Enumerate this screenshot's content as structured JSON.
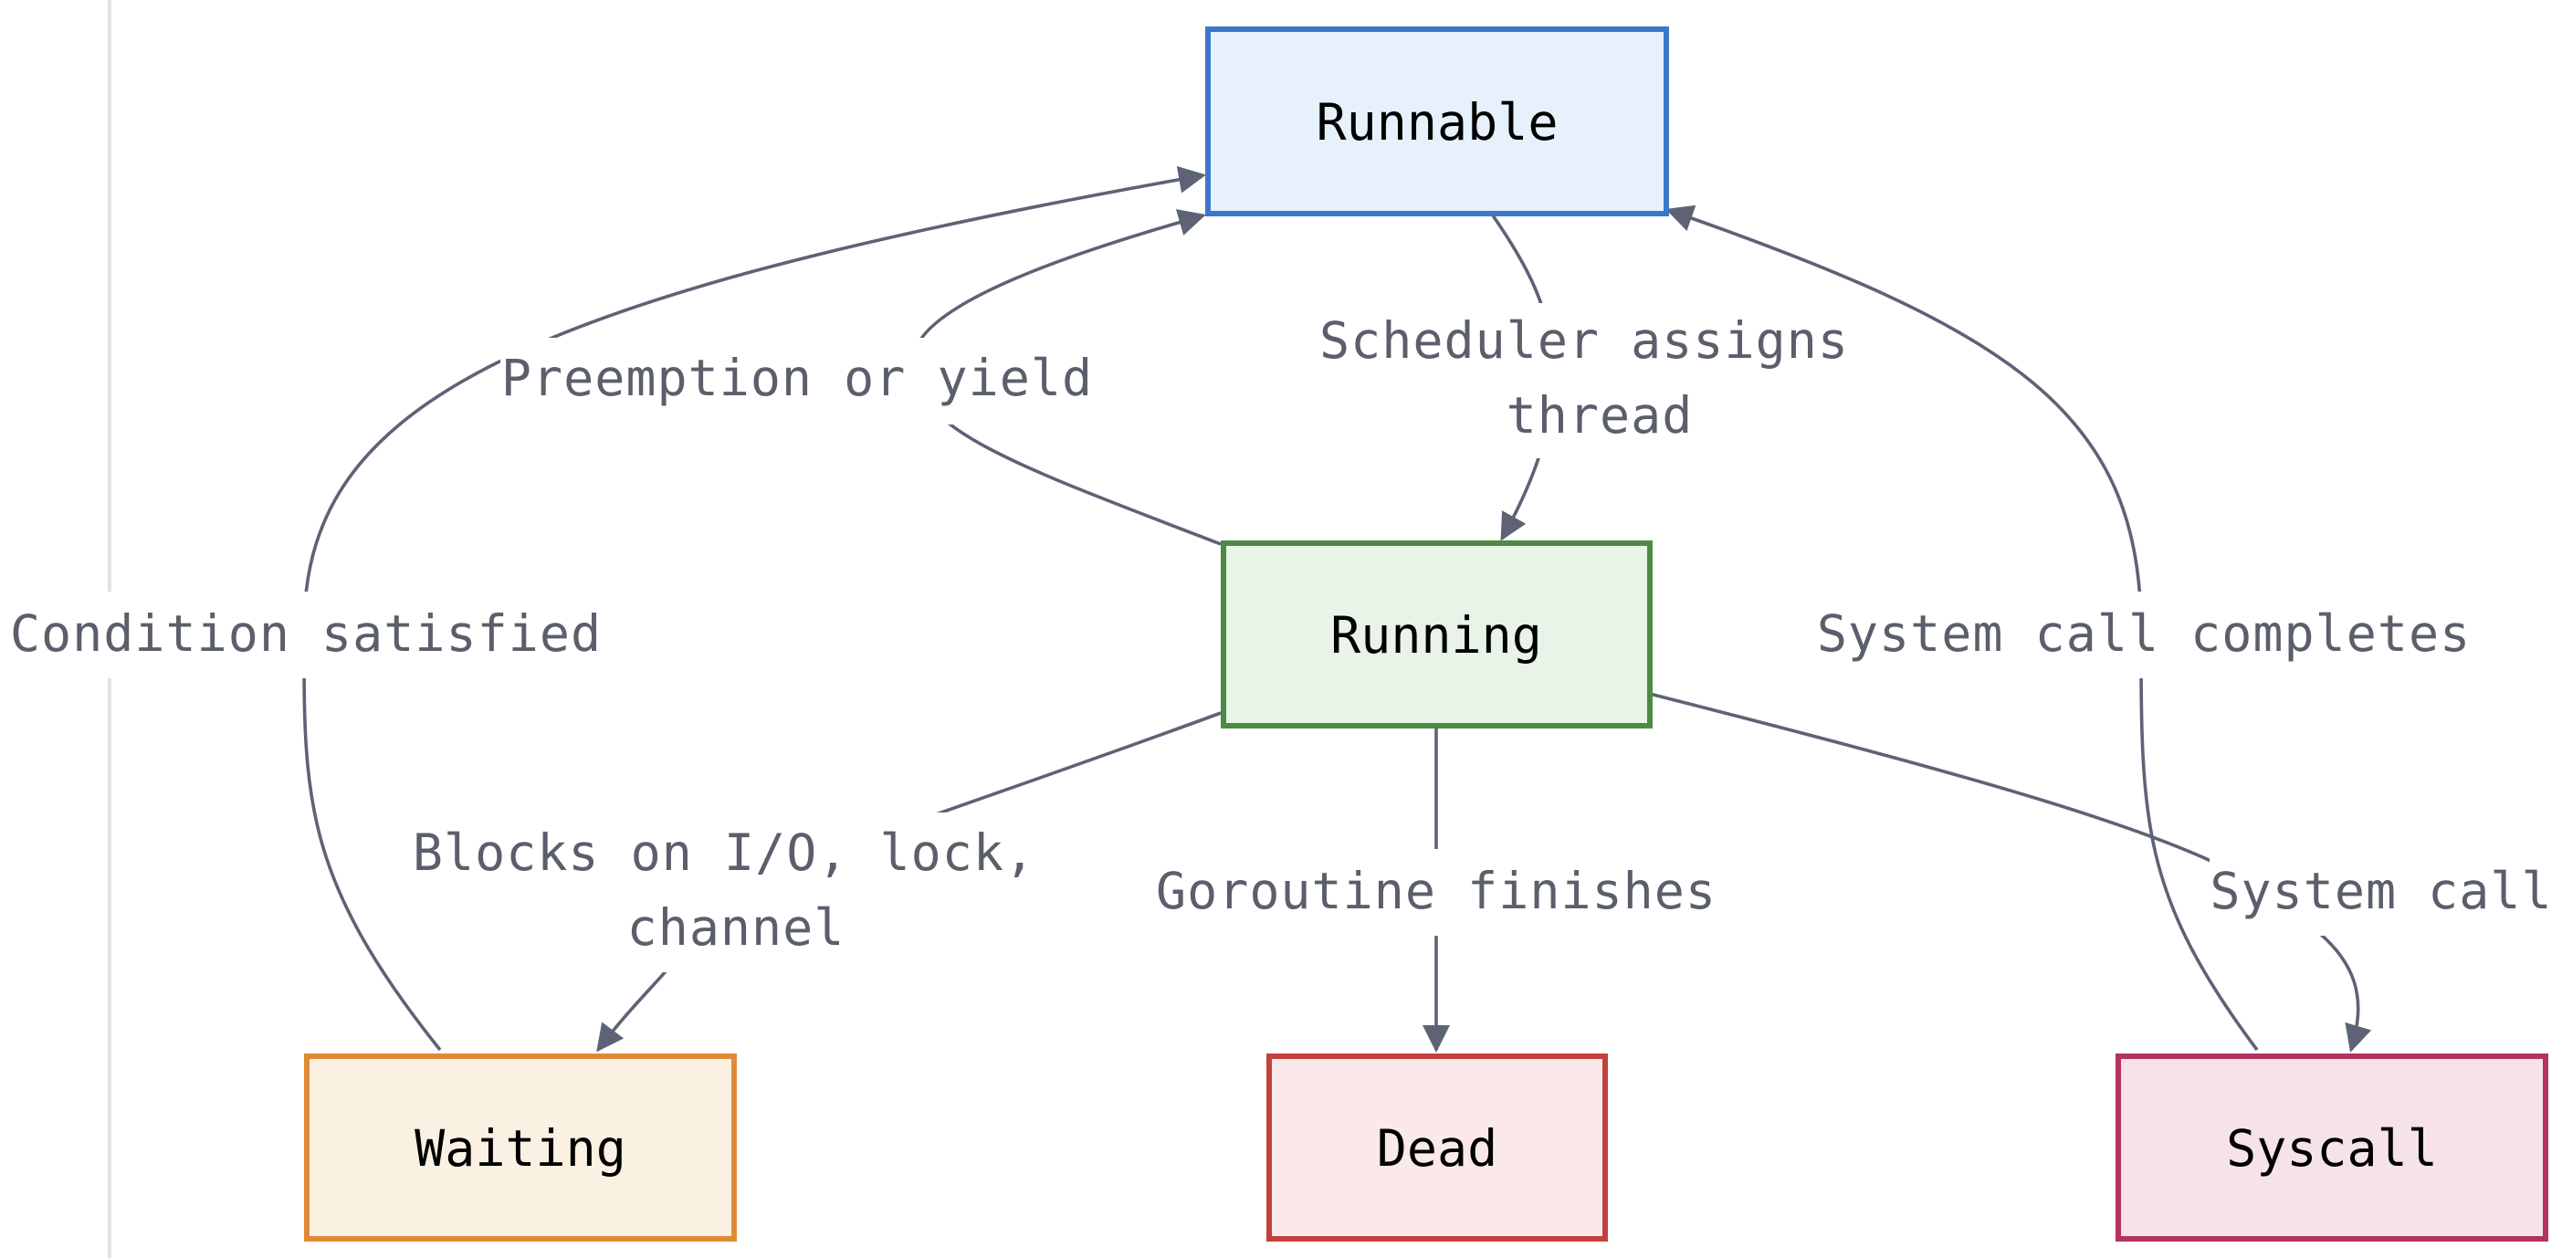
{
  "nodes": {
    "runnable": {
      "label": "Runnable",
      "fill": "#e6f1fb",
      "stroke": "#3c78c8"
    },
    "running": {
      "label": "Running",
      "fill": "#e8f4e7",
      "stroke": "#4d8a44"
    },
    "waiting": {
      "label": "Waiting",
      "fill": "#fbf1e2",
      "stroke": "#e08a36"
    },
    "dead": {
      "label": "Dead",
      "fill": "#fbe9ea",
      "stroke": "#c4403d"
    },
    "syscall": {
      "label": "Syscall",
      "fill": "#f6e3ea",
      "stroke": "#b33262"
    }
  },
  "edges": {
    "scheduler_assigns": {
      "line1": "Scheduler assigns",
      "line2": "thread"
    },
    "preemption": {
      "line1": "Preemption or yield"
    },
    "condition_satisfied": {
      "line1": "Condition satisfied"
    },
    "system_call_completes": {
      "line1": "System call completes"
    },
    "blocks": {
      "line1": "Blocks on I/O, lock,",
      "line2": "channel"
    },
    "goroutine_finishes": {
      "line1": "Goroutine finishes"
    },
    "system_call": {
      "line1": "System call"
    }
  },
  "colors": {
    "edge": "#5d6375",
    "divider": "#e2e2e2"
  }
}
